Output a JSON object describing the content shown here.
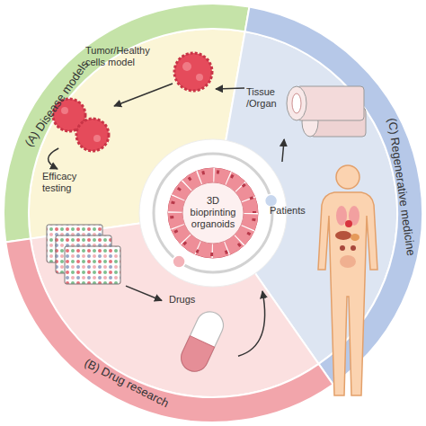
{
  "diagram": {
    "nodes": [
      {
        "text": [
          "(A) Disease models"
        ]
      },
      {
        "text": [
          "Tumor/Healthy cells model"
        ],
        "in": 0
      },
      {
        "text": [
          "Efficacy testing"
        ]
      },
      {
        "text": [
          "(C) Regenerative medicine"
        ]
      },
      {
        "text": [
          "Tissue /Organ"
        ],
        "in": 3
      },
      {
        "text": [
          "Patients"
        ],
        "in": 3
      },
      {
        "text": [
          "(B) Drug research"
        ]
      },
      {
        "text": [
          "Drugs"
        ],
        "in": 6
      },
      {
        "text": [
          "3D bioprinting organoids"
        ]
      }
    ],
    "edges": [
      {
        "from": 4,
        "to": 1,
        "arrow": "to"
      },
      {
        "from": 1,
        "to": 2,
        "arrow": "to"
      },
      {
        "from": 2,
        "to": 7,
        "arrow": "to"
      },
      {
        "from": 7,
        "to": 5,
        "arrow": "to"
      },
      {
        "from": 5,
        "to": 4,
        "arrow": "to"
      }
    ]
  }
}
